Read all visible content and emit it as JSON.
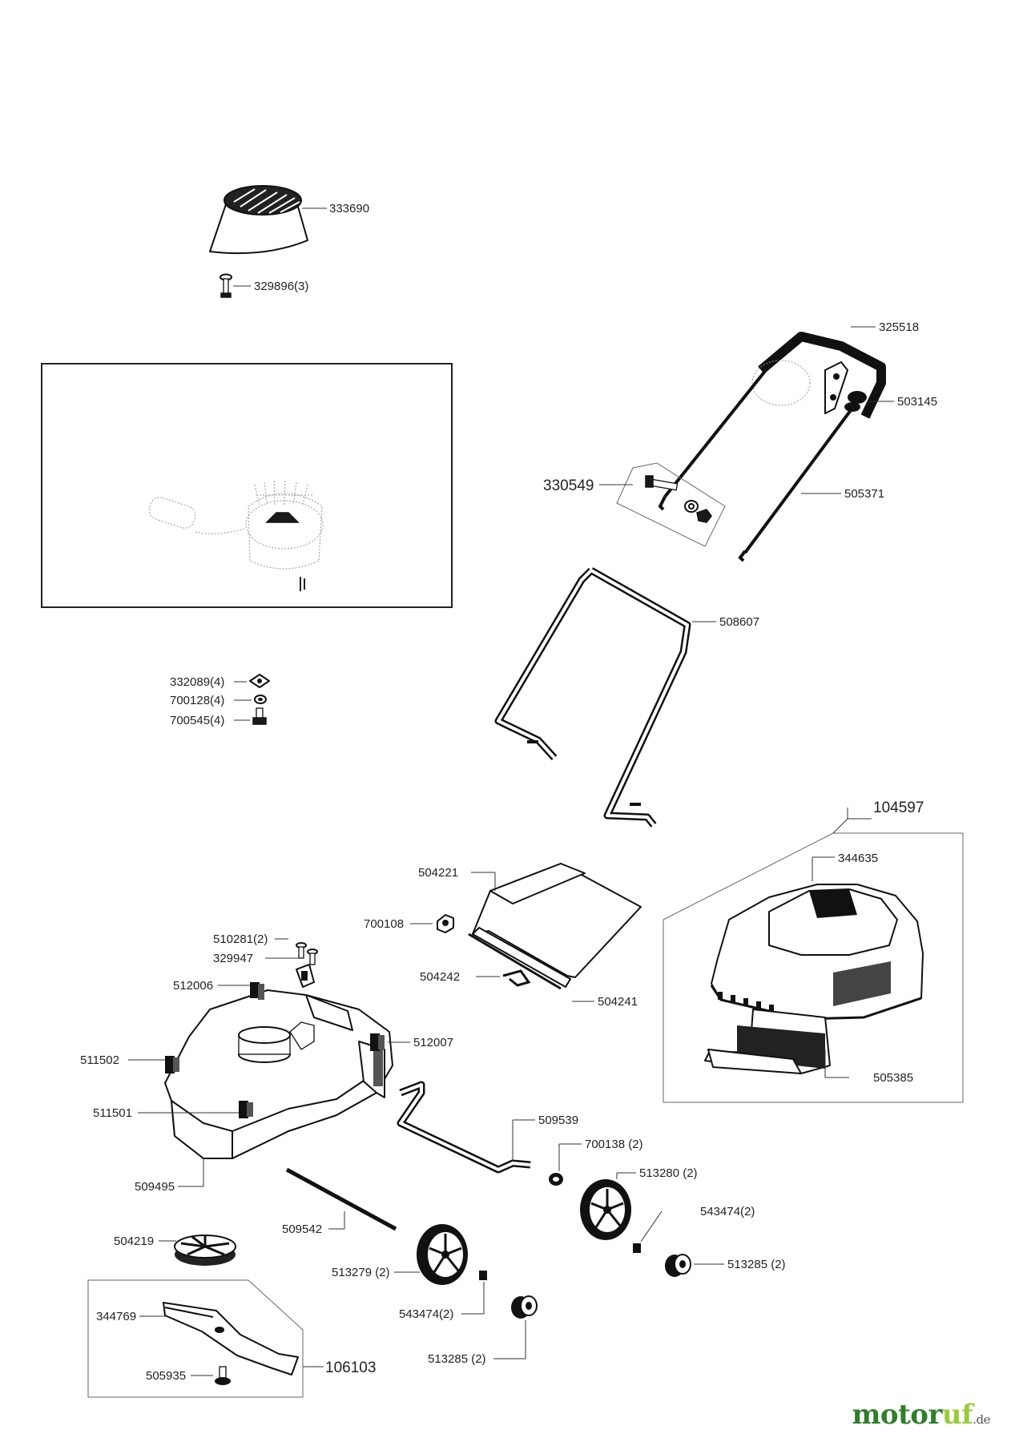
{
  "labels": {
    "p333690": "333690",
    "p329896": "329896(3)",
    "p325518": "325518",
    "p503145": "503145",
    "p330549": "330549",
    "p505371": "505371",
    "p508607": "508607",
    "p332089": "332089(4)",
    "p700128": "700128(4)",
    "p700545": "700545(4)",
    "p104597": "104597",
    "p344635": "344635",
    "p504221": "504221",
    "p700108": "700108",
    "p510281": "510281(2)",
    "p329947": "329947",
    "p504242": "504242",
    "p504241": "504241",
    "p512006": "512006",
    "p512007": "512007",
    "p511502": "511502",
    "p505385": "505385",
    "p511501": "511501",
    "p509539": "509539",
    "p700138": "700138 (2)",
    "p509495": "509495",
    "p513280": "513280 (2)",
    "p509542": "509542",
    "p543474a": "543474(2)",
    "p504219": "504219",
    "p513285a": "513285 (2)",
    "p513279": "513279 (2)",
    "p344769": "344769",
    "p543474b": "543474(2)",
    "p106103": "106103",
    "p513285b": "513285 (2)",
    "p505935": "505935"
  },
  "watermark": {
    "brand_a": "motor",
    "brand_b": "uf",
    "tld": ".de"
  }
}
